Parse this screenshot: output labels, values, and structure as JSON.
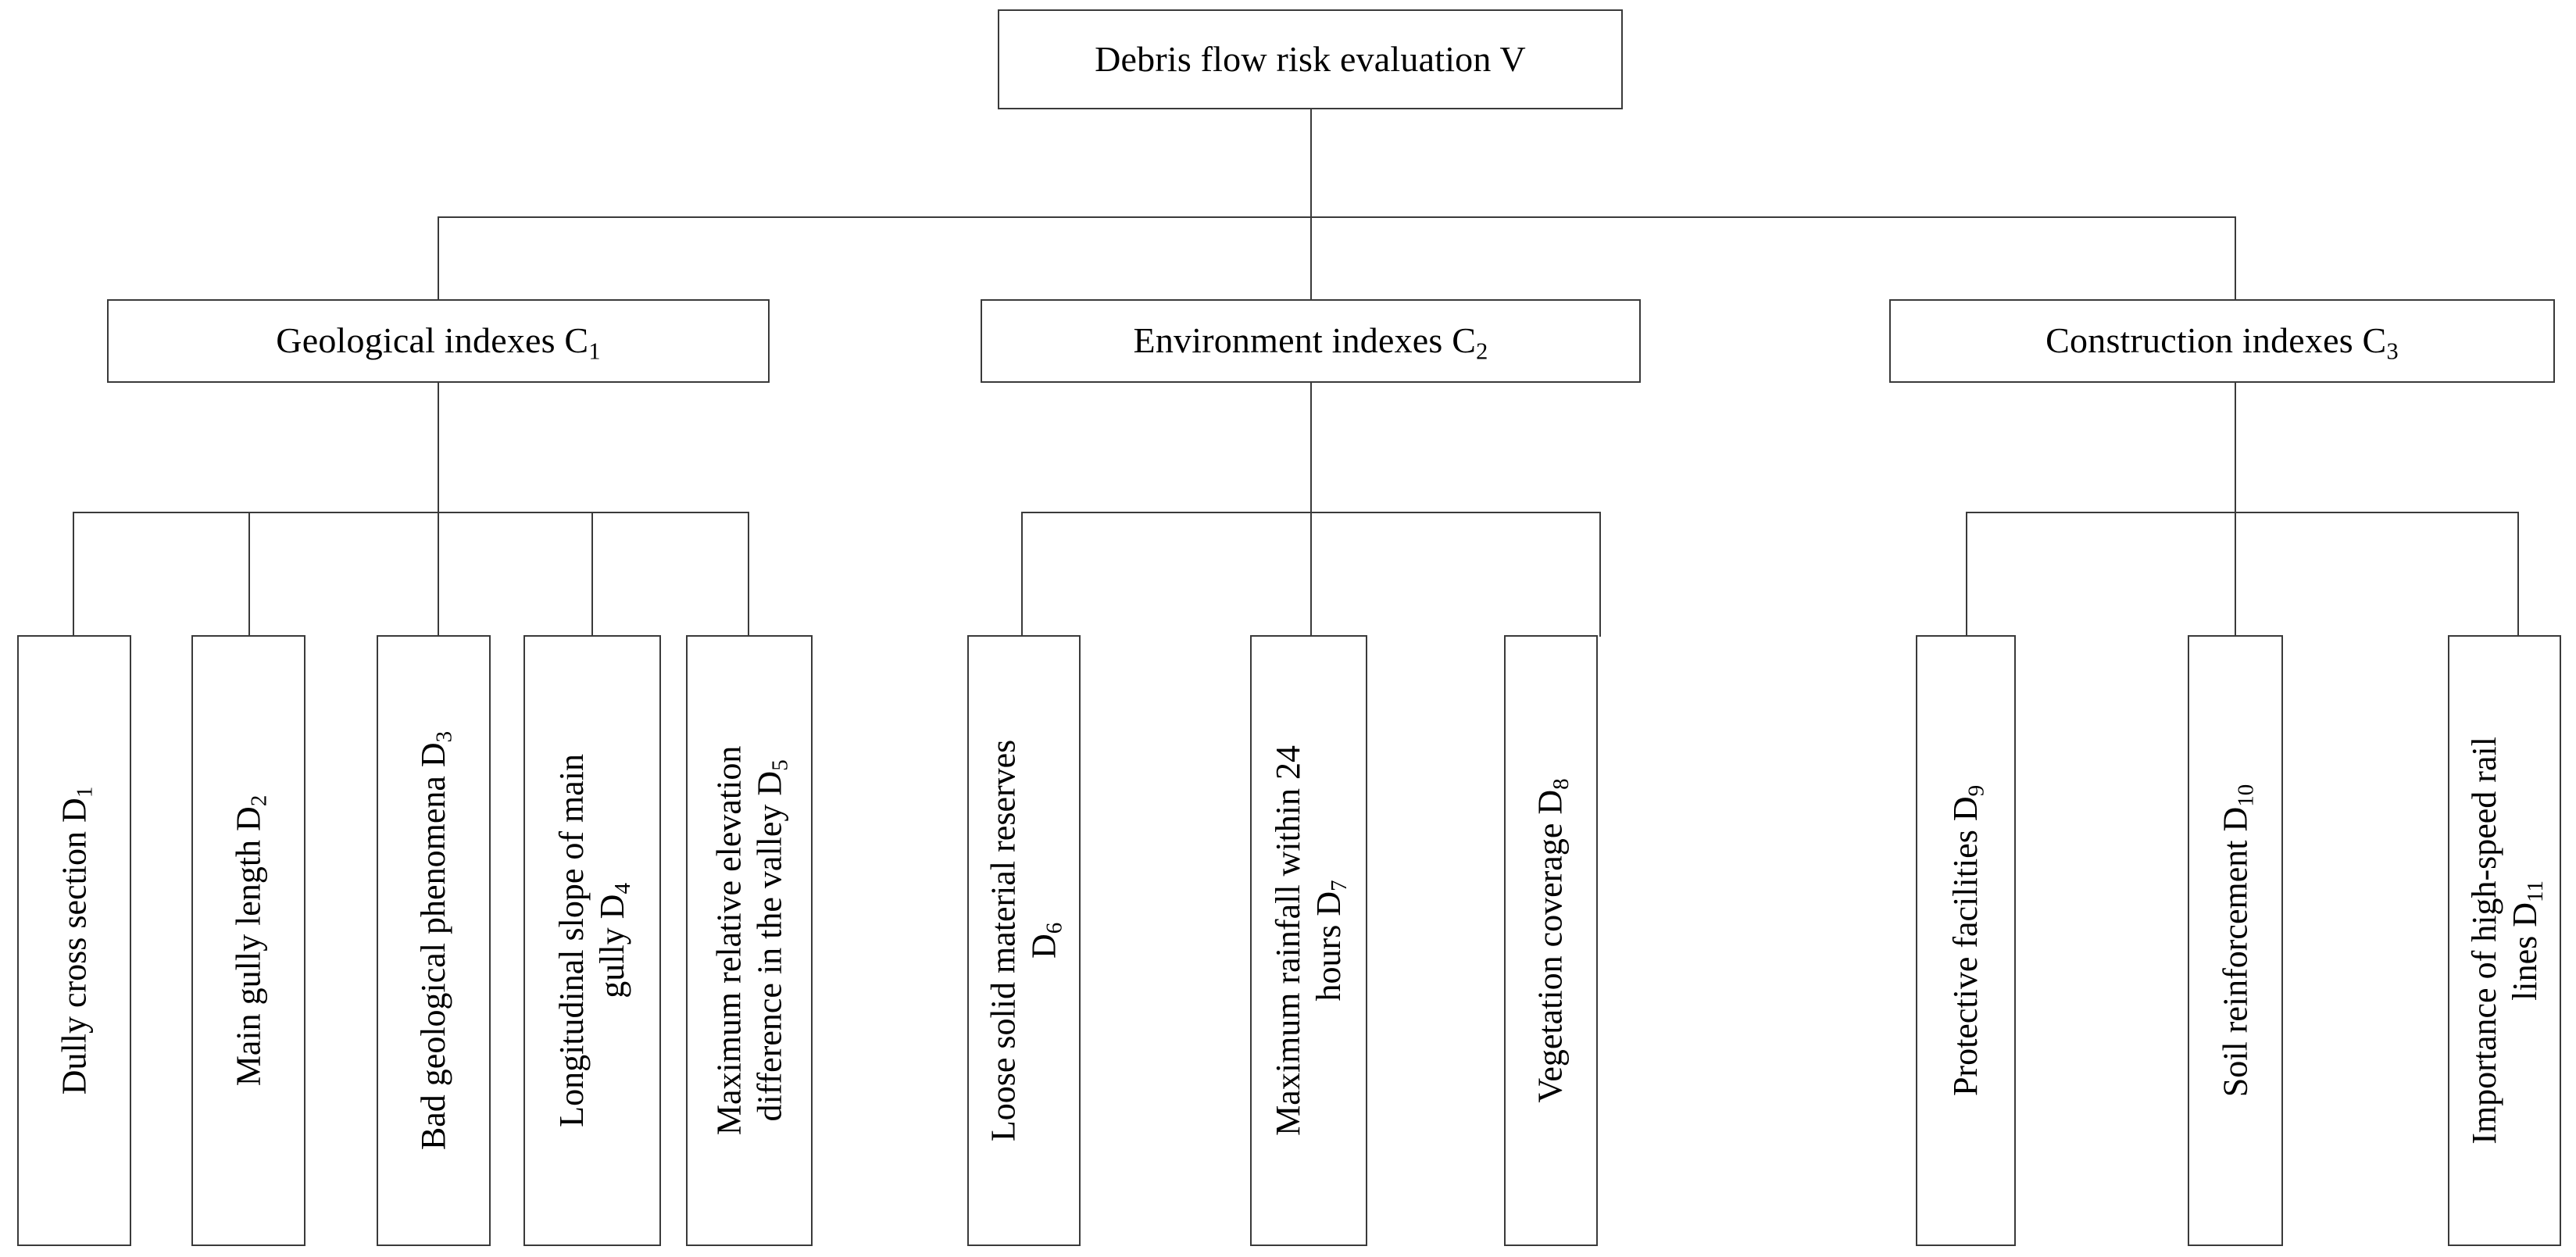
{
  "diagram": {
    "title_text": "Debris flow risk evaluation V",
    "root": {
      "label_main": "Debris flow risk evaluation V",
      "label_plain": "Debris flow risk evaluation V",
      "code": "V"
    },
    "branches": [
      {
        "label_text": "Geological indexes C",
        "code": "1",
        "label_plain": "Geological indexes C1"
      },
      {
        "label_text": "Environment indexes C",
        "code": "2",
        "label_plain": "Environment indexes C2"
      },
      {
        "label_text": "Construction indexes C",
        "code": "3",
        "label_plain": "Construction indexes C3"
      }
    ],
    "leaves": [
      {
        "line1": "Dully cross section D",
        "code": "1",
        "line2": "",
        "label_plain": "Dully cross section D1"
      },
      {
        "line1": "Main gully length D",
        "code": "2",
        "line2": "",
        "label_plain": "Main gully length D2"
      },
      {
        "line1": "Bad geological phenomena D",
        "code": "3",
        "line2": "",
        "label_plain": "Bad geological phenomena D3"
      },
      {
        "line1": "Longitudinal slope of main",
        "line2": "gully D",
        "code": "4",
        "label_plain": "Longitudinal slope of main gully D4"
      },
      {
        "line1": "Maximum relative elevation",
        "line2": "difference in the valley D",
        "code": "5",
        "label_plain": "Maximum relative elevation difference in the valley D5"
      },
      {
        "line1": "Loose solid material reserves",
        "line2": "D",
        "code": "6",
        "label_plain": "Loose solid material reserves D6"
      },
      {
        "line1": "Maximum rainfall within 24",
        "line2": "hours D",
        "code": "7",
        "label_plain": "Maximum rainfall within 24 hours D7"
      },
      {
        "line1": "Vegetation coverage D",
        "code": "8",
        "line2": "",
        "label_plain": "Vegetation coverage D8"
      },
      {
        "line1": "Protective facilities D",
        "code": "9",
        "line2": "",
        "label_plain": "Protective facilities D9"
      },
      {
        "line1": "Soil reinforcement D",
        "code": "10",
        "line2": "",
        "label_plain": "Soil reinforcement D10"
      },
      {
        "line1": "Importance of high-speed rail",
        "line2": "lines D",
        "code": "11",
        "label_plain": "Importance of high-speed rail lines D11"
      }
    ],
    "colors": {
      "stroke": "#3a3a3a",
      "background": "#ffffff",
      "text": "#000000"
    }
  }
}
